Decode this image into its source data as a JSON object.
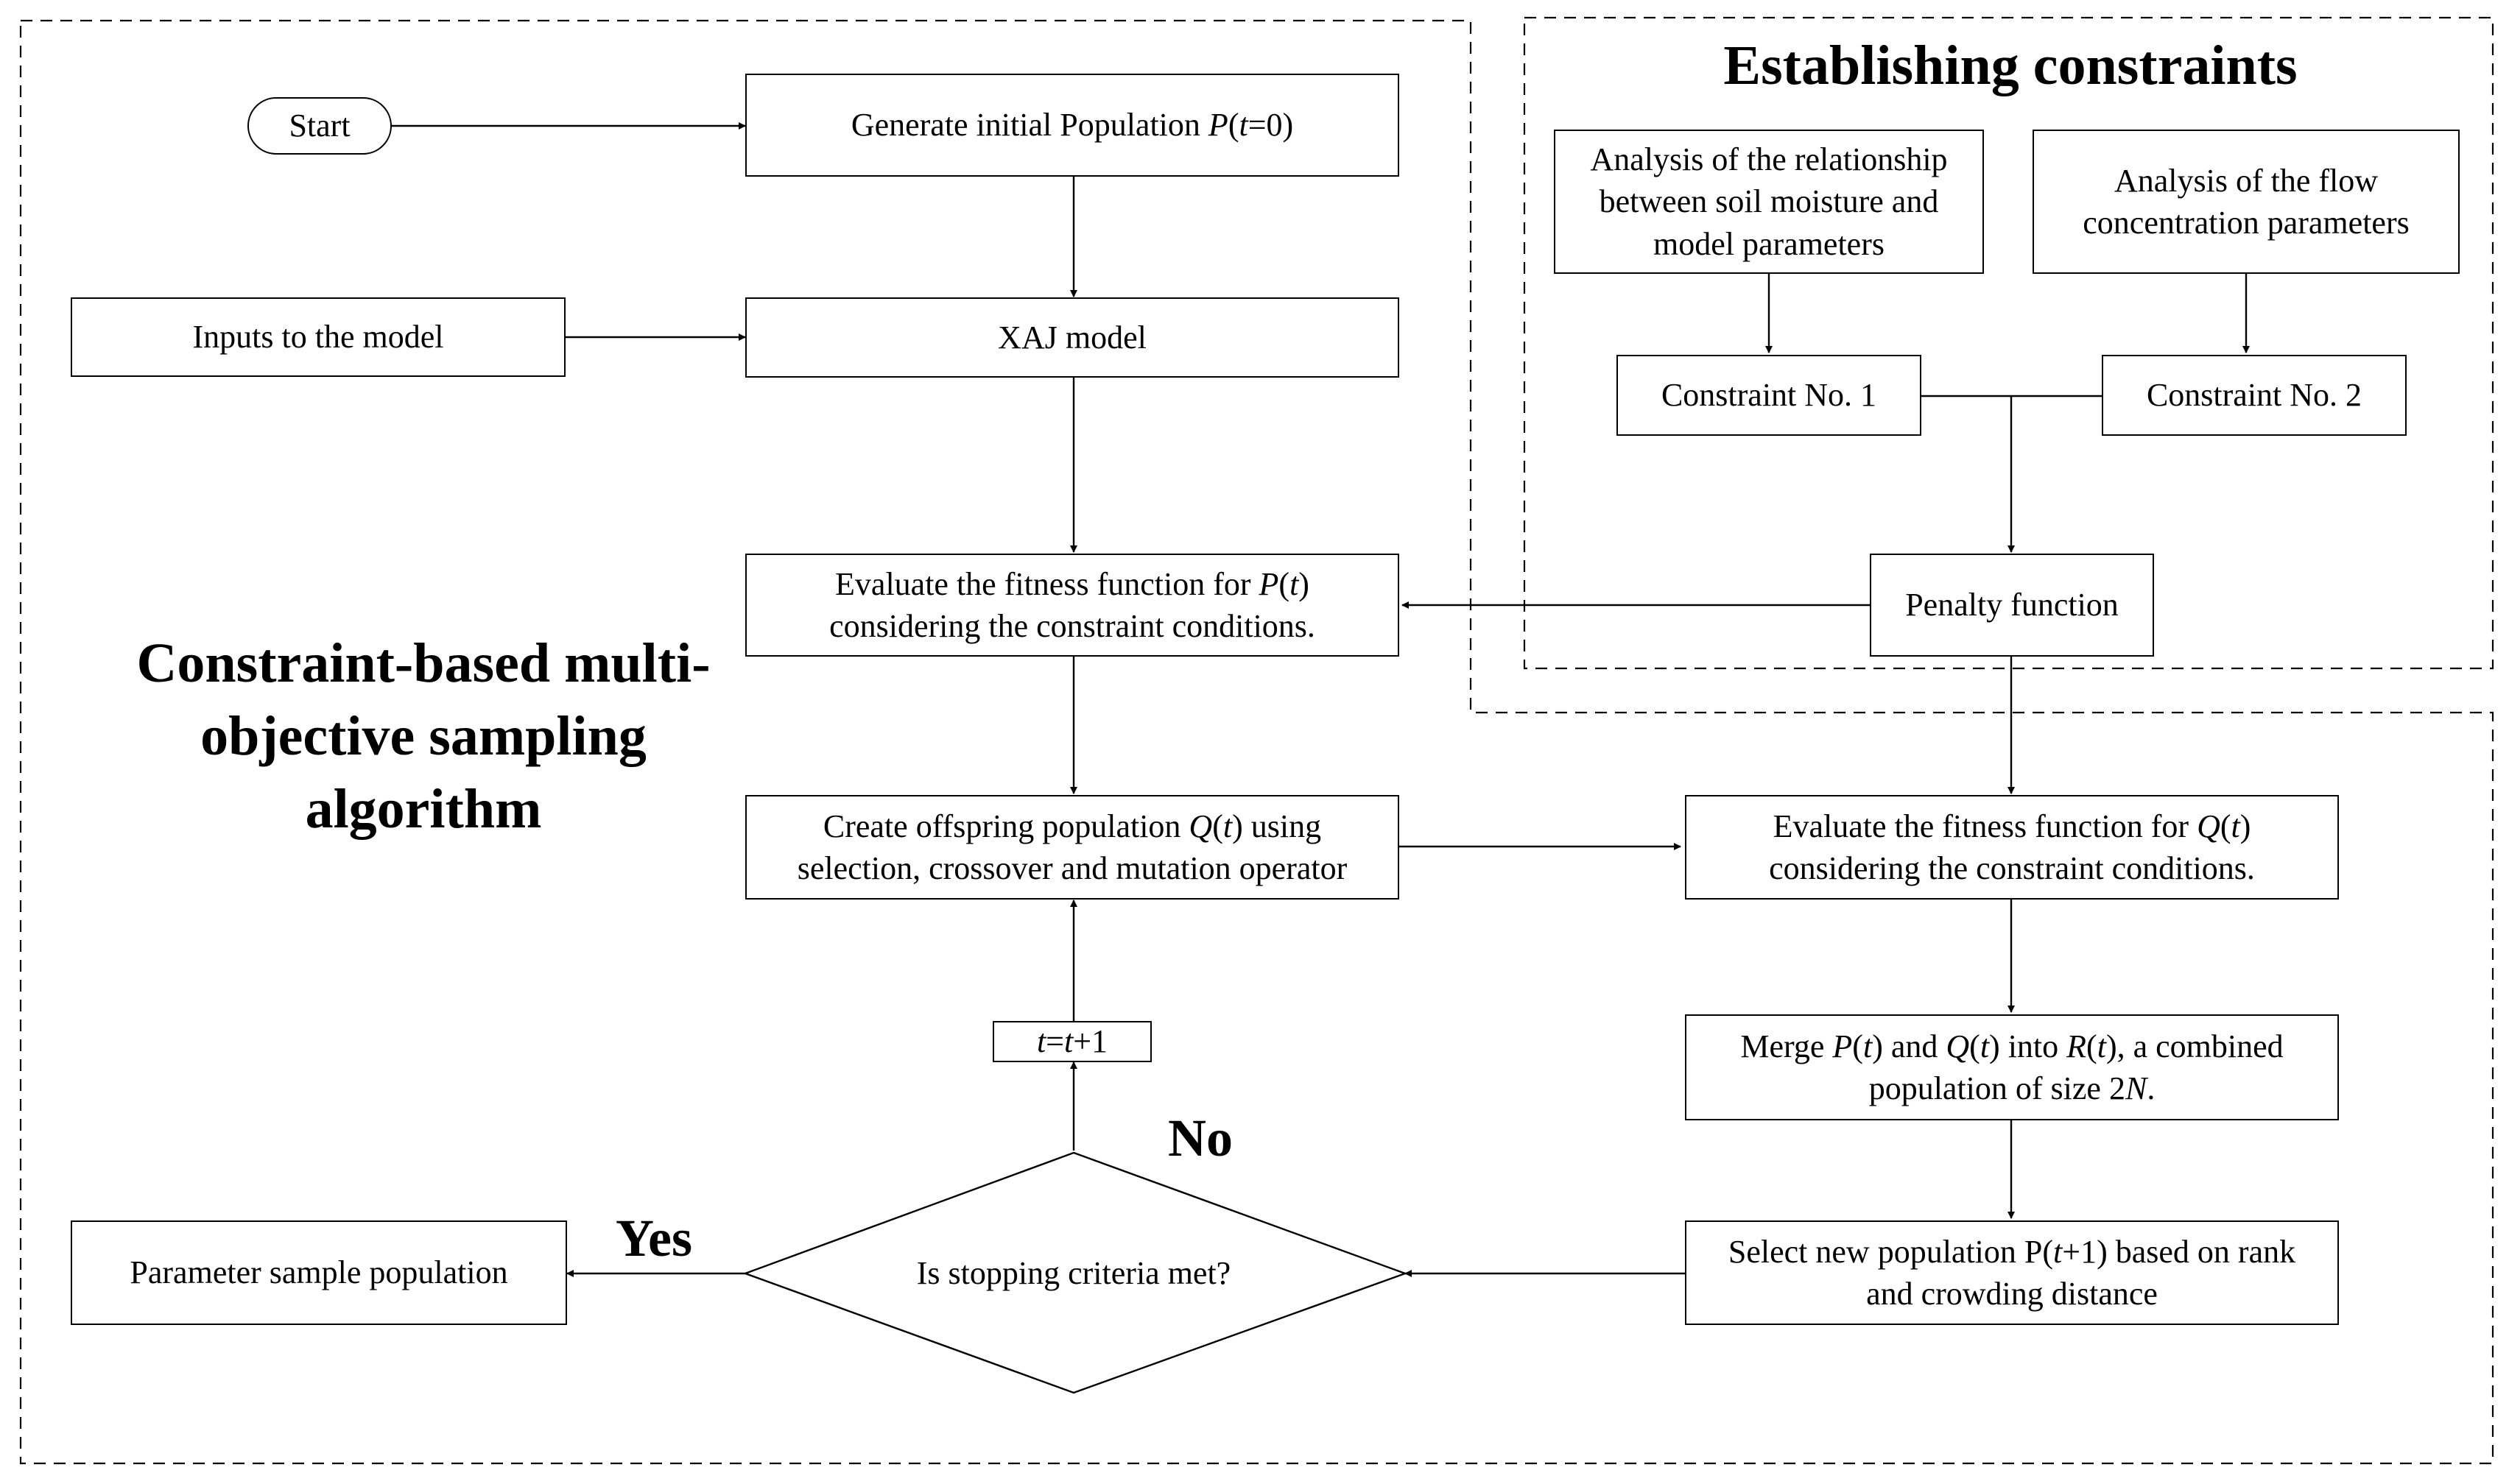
{
  "sections": {
    "constraints_title": "Establishing constraints",
    "algorithm_title_line1": "Constraint-based multi-",
    "algorithm_title_line2": "objective sampling",
    "algorithm_title_line3": "algorithm"
  },
  "nodes": {
    "start": "Start",
    "generate": {
      "pre": "Generate initial Population ",
      "var": "P",
      "mid": "(",
      "tvar": "t",
      "post": "=0)"
    },
    "inputs": "Inputs to the model",
    "xaj": "XAJ model",
    "evaluate_p": {
      "l1_pre": "Evaluate the fitness function for ",
      "l1_var": "P",
      "l1_open": "(",
      "l1_t": "t",
      "l1_close": ")",
      "l2": "considering the constraint conditions."
    },
    "create": {
      "l1_pre": "Create offspring population ",
      "l1_var": "Q",
      "l1_open": "(",
      "l1_t": "t",
      "l1_post": ") using",
      "l2": "selection, crossover and mutation operator"
    },
    "increment": {
      "a": "t",
      "eq": "=",
      "b": "t",
      "post": "+1"
    },
    "decision": "Is stopping criteria  met?",
    "output": "Parameter sample population",
    "analysis1": {
      "l1": "Analysis of the relationship",
      "l2": "between soil moisture and",
      "l3": "model parameters"
    },
    "analysis2": {
      "l1": "Analysis of the flow",
      "l2": "concentration parameters"
    },
    "constraint1": "Constraint No. 1",
    "constraint2": "Constraint No. 2",
    "penalty": "Penalty function",
    "evaluate_q": {
      "l1_pre": "Evaluate the fitness function for ",
      "l1_var": "Q",
      "l1_open": "(",
      "l1_t": "t",
      "l1_close": ")",
      "l2": "considering the constraint conditions."
    },
    "merge": {
      "l1_a": "Merge ",
      "l1_p": "P",
      "l1_pt": "(",
      "l1_t1": "t",
      "l1_b": ") and ",
      "l1_q": "Q",
      "l1_qo": "(",
      "l1_t2": "t",
      "l1_c": ") into ",
      "l1_r": "R",
      "l1_ro": "(",
      "l1_t3": "t",
      "l1_d": "), a combined",
      "l2_a": "population of size 2",
      "l2_n": "N",
      "l2_b": "."
    },
    "select": {
      "l1_a": "Select new population P(",
      "l1_t": "t",
      "l1_b": "+1) based on rank",
      "l2": "and crowding distance"
    }
  },
  "branch_labels": {
    "yes": "Yes",
    "no": "No"
  }
}
